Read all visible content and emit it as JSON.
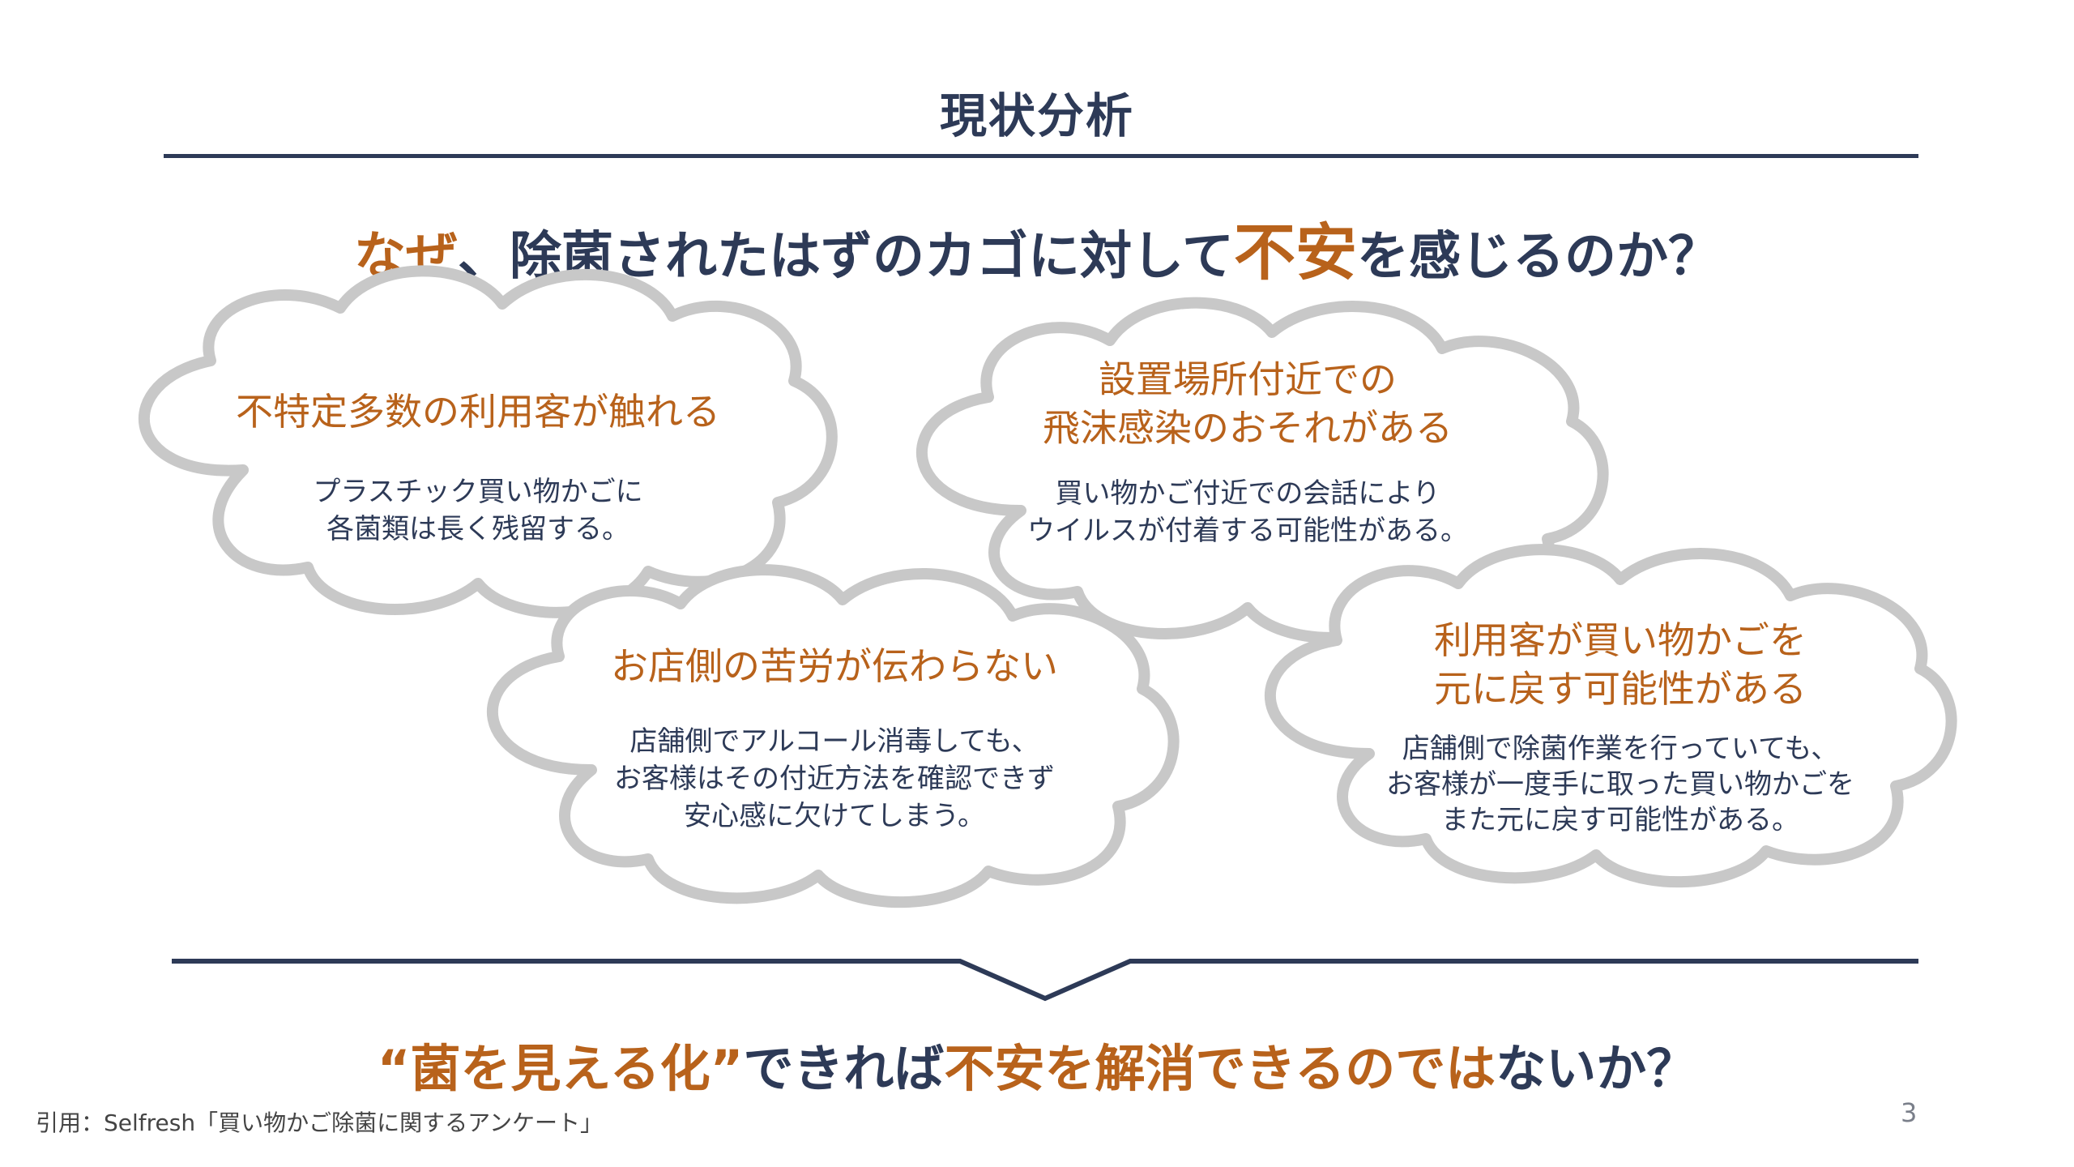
{
  "slide": {
    "title": "現状分析",
    "question": {
      "part1": "なぜ",
      "part2": "、除菌されたはずのカゴに対して",
      "part3": "不安",
      "part4": "を感じるのか？"
    },
    "clouds": [
      {
        "heading": "不特定多数の利用客が触れる",
        "body": "プラスチック買い物かごに\n各菌類は長く残留する。"
      },
      {
        "heading": "設置場所付近での\n飛沫感染のおそれがある",
        "body": "買い物かご付近での会話により\nウイルスが付着する可能性がある。"
      },
      {
        "heading": "お店側の苦労が伝わらない",
        "body": "店舗側でアルコール消毒しても、\nお客様はその付近方法を確認できず\n安心感に欠けてしまう。"
      },
      {
        "heading": "利用客が買い物かごを\n元に戻す可能性がある",
        "body": "店舗側で除菌作業を行っていても、\nお客様が一度手に取った買い物かごを\nまた元に戻す可能性がある。"
      }
    ],
    "conclusion": {
      "part1": "“菌を見える化”",
      "part2": "できれば",
      "part3": "不安を解消できるのでは",
      "part4": "ないか？"
    },
    "citation": "引用：Selfresh「買い物かご除菌に関するアンケート」",
    "page_number": "3"
  },
  "colors": {
    "navy": "#2d3a57",
    "accent_orange": "#b8621b",
    "cloud_outline": "#c8c8c8"
  }
}
